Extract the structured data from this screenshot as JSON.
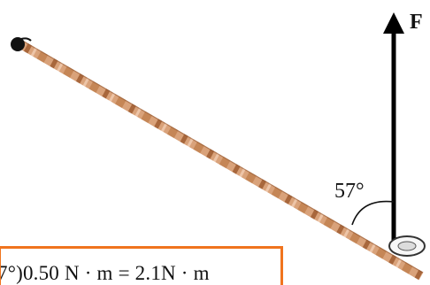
{
  "force_label": "F",
  "angle_label": "57°",
  "answer_text": "7°)0.50 N · m = 2.1N · m",
  "colors": {
    "rod_light": "#d9a27a",
    "rod_dark": "#9a5a2f",
    "force_arrow": "#000000",
    "answer_border": "#f0741e"
  }
}
